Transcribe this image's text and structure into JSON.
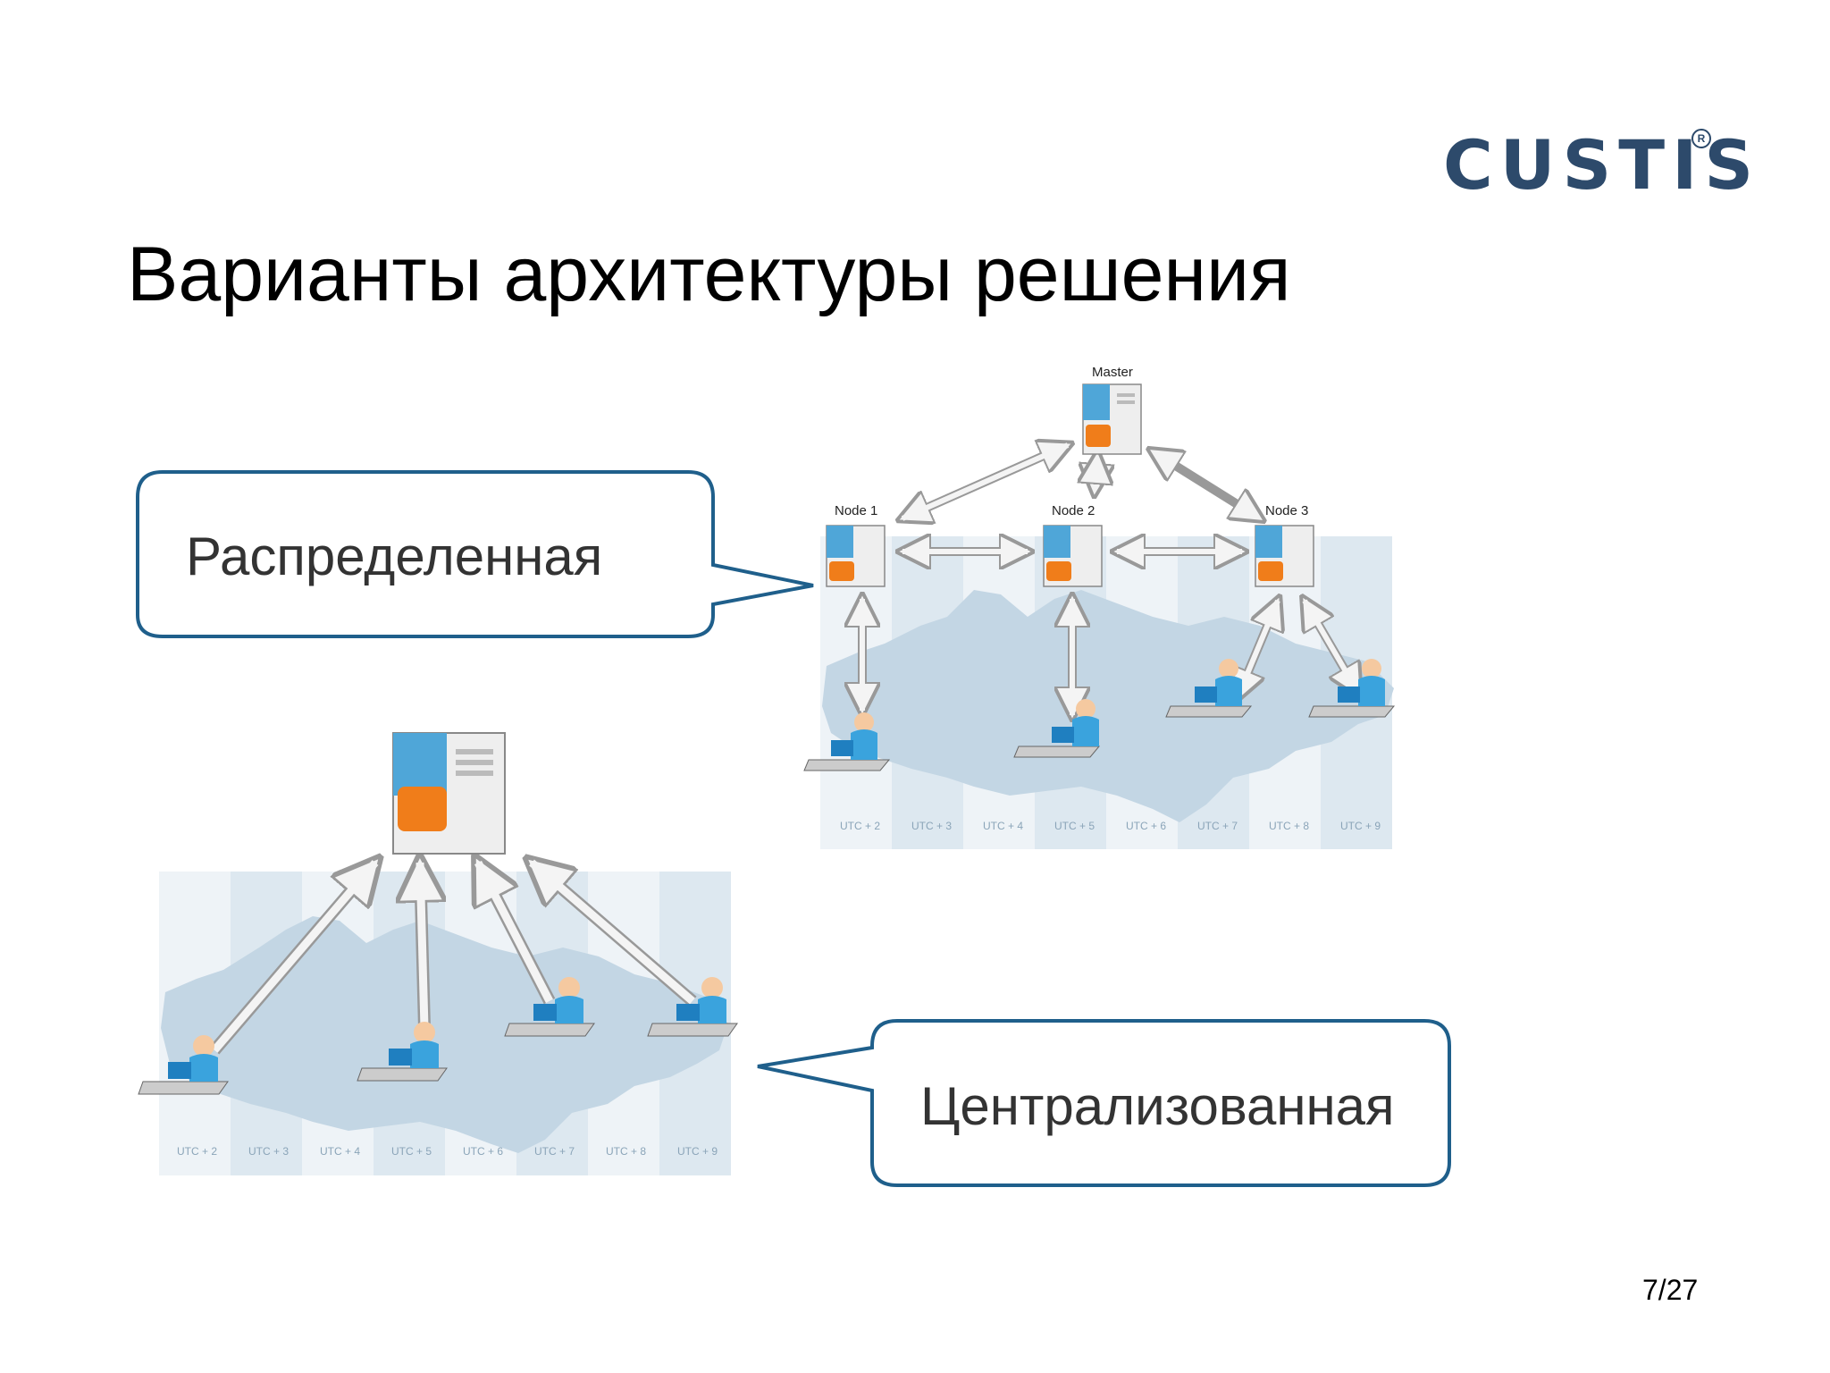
{
  "header": {
    "logo": "CUSTIS",
    "logo_mark": "R"
  },
  "slide": {
    "title": "Варианты архитектуры решения",
    "page": "7/27"
  },
  "callouts": {
    "distributed": "Распределенная",
    "centralized": "Централизованная"
  },
  "distributed_diagram": {
    "master_label": "Master",
    "nodes": [
      "Node 1",
      "Node 2",
      "Node 3"
    ],
    "timezones": [
      "UTC + 2",
      "UTC + 3",
      "UTC + 4",
      "UTC + 5",
      "UTC + 6",
      "UTC + 7",
      "UTC + 8",
      "UTC + 9"
    ]
  },
  "centralized_diagram": {
    "timezones": [
      "UTC + 2",
      "UTC + 3",
      "UTC + 4",
      "UTC + 5",
      "UTC + 6",
      "UTC + 7",
      "UTC + 8",
      "UTC + 9"
    ]
  },
  "colors": {
    "callout_border": "#1f5f8b",
    "logo": "#2d4a6b",
    "map_light": "#c8d9e6",
    "map_dark": "#9fbbd0",
    "server_blue": "#4fa6d8",
    "server_orange": "#f07d1a",
    "person_blue": "#3aa3dd"
  }
}
